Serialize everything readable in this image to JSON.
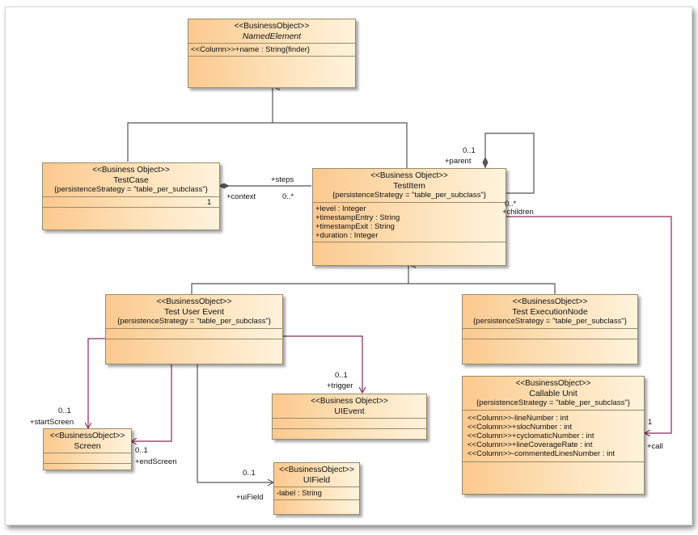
{
  "diagram": {
    "type": "UML class diagram",
    "classes": {
      "named_element": {
        "stereotype": "<<BusinessObject>>",
        "name": "NamedElement",
        "tag": "",
        "attributes": [
          "<<Column>>+name : String{finder}"
        ]
      },
      "test_case": {
        "stereotype": "<<Business Object>>",
        "name": "TestCase",
        "tag": "{persistenceStrategy = \"table_per_subclass\"}",
        "attributes": []
      },
      "test_item": {
        "stereotype": "<<Business Object>>",
        "name": "TestItem",
        "tag": "{persistenceStrategy = \"table_per_subclass\"}",
        "attributes": [
          "+level : Integer",
          "+timestampEntry : String",
          "+timestampExit : String",
          "+duration : Integer"
        ]
      },
      "test_user_event": {
        "stereotype": "<<BusinessObject>>",
        "name": "Test User Event",
        "tag": "{persistenceStrategy = \"table_per_subclass\"}",
        "attributes": []
      },
      "test_execution_node": {
        "stereotype": "<<BusinessObject>>",
        "name": "Test ExecutionNode",
        "tag": "{persistenceStrategy = \"table_per_subclass\"}",
        "attributes": []
      },
      "callable_unit": {
        "stereotype": "<<BusinessObject>>",
        "name": "Callable Unit",
        "tag": "{persistenceStrategy = \"table_per_subclass\"}",
        "attributes": [
          "<<Column>>-lineNumber : int",
          "<<Column>>+slocNumber : int",
          "<<Column>>+cyclomaticNumber : int",
          "<<Column>>+lineCoverageRate : int",
          "<<Column>>-commentedLinesNumber : int"
        ]
      },
      "ui_event": {
        "stereotype": "<<Business Object>>",
        "name": "UIEvent",
        "tag": "",
        "attributes": []
      },
      "screen": {
        "stereotype": "<<BusinessObject>>",
        "name": "Screen",
        "tag": "",
        "attributes": []
      },
      "ui_field": {
        "stereotype": "<<BusinessObject>>",
        "name": "UIField",
        "tag": "",
        "attributes": [
          "-label : String"
        ]
      }
    },
    "labels": {
      "context_mult": "1",
      "context_role": "+context",
      "steps_role": "+steps",
      "steps_mult": "0..*",
      "parent_mult": "0..1",
      "parent_role": "+parent",
      "children_mult": "0..*",
      "children_role": "+children",
      "call_mult": "1",
      "call_role": "+call",
      "trigger_mult": "0..1",
      "trigger_role": "+trigger",
      "start_mult": "0..1",
      "start_role": "+startScreen",
      "end_mult": "0..1",
      "end_role": "+endScreen",
      "uifield_mult": "0..1",
      "uifield_role": "+uiField"
    },
    "relationships": [
      {
        "kind": "generalization",
        "from": "TestCase",
        "to": "NamedElement"
      },
      {
        "kind": "generalization",
        "from": "TestItem",
        "to": "NamedElement"
      },
      {
        "kind": "generalization",
        "from": "Test User Event",
        "to": "TestItem"
      },
      {
        "kind": "generalization",
        "from": "Test ExecutionNode",
        "to": "TestItem"
      },
      {
        "kind": "composition",
        "from": "TestCase",
        "to": "TestItem",
        "roles": [
          "+context 1",
          "+steps 0..*"
        ]
      },
      {
        "kind": "composition",
        "from": "TestItem",
        "to": "TestItem",
        "roles": [
          "+parent 0..1",
          "+children 0..*"
        ]
      },
      {
        "kind": "association",
        "from": "TestItem",
        "to": "Callable Unit",
        "roles": [
          "+call 1"
        ]
      },
      {
        "kind": "association",
        "from": "Test User Event",
        "to": "UIEvent",
        "roles": [
          "+trigger 0..1"
        ]
      },
      {
        "kind": "association",
        "from": "Test User Event",
        "to": "Screen",
        "roles": [
          "+startScreen 0..1"
        ]
      },
      {
        "kind": "association",
        "from": "Test User Event",
        "to": "Screen",
        "roles": [
          "+endScreen 0..1"
        ]
      },
      {
        "kind": "association",
        "from": "Test User Event",
        "to": "UIField",
        "roles": [
          "+uiField 0..1"
        ]
      }
    ],
    "colors": {
      "class_fill_start": "#fcc98e",
      "class_fill_end": "#fff3dc",
      "class_border": "#9a8a6a",
      "generalization_line": "#555555",
      "association_line": "#8b2a5a"
    }
  }
}
